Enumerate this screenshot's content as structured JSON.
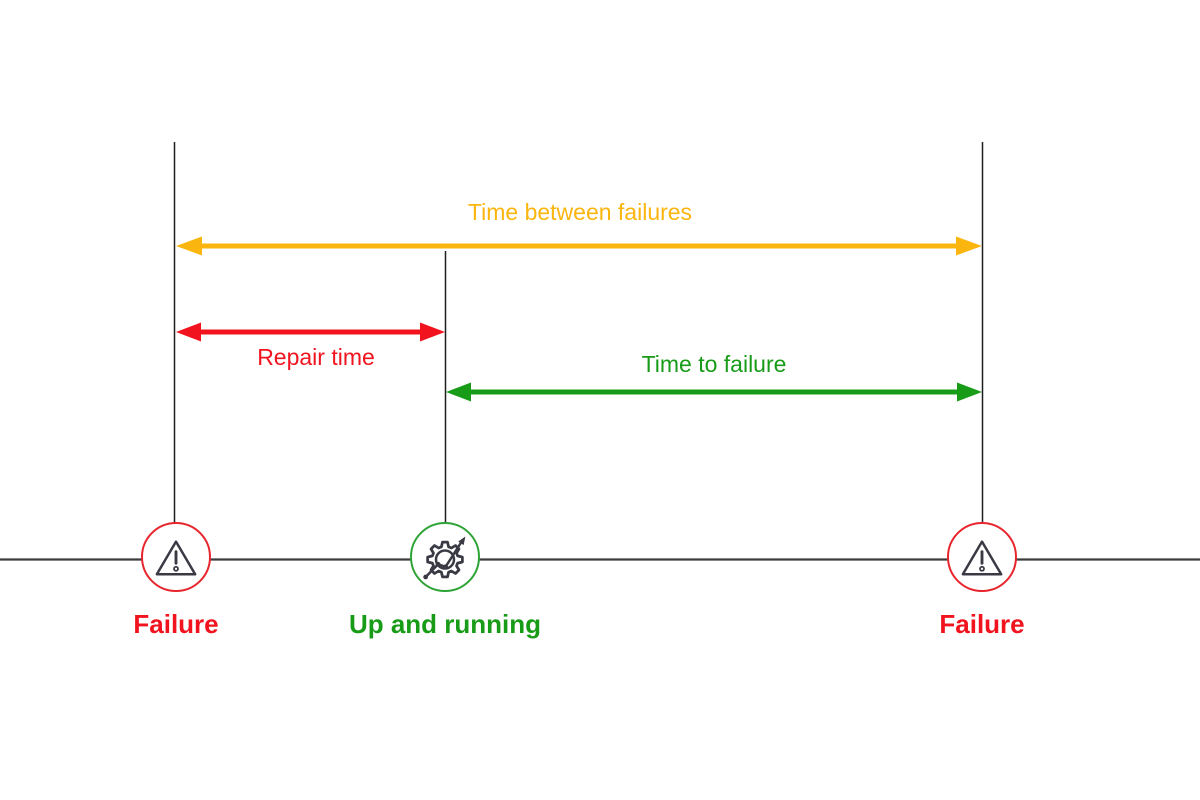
{
  "diagram": {
    "type": "reliability-timeline",
    "arrows": [
      {
        "id": "time-between-failures",
        "label": "Time between failures",
        "color": "#FBB50F",
        "from_event": "failure-1",
        "to_event": "failure-2"
      },
      {
        "id": "repair-time",
        "label": "Repair time",
        "color": "#F1141F",
        "from_event": "failure-1",
        "to_event": "up-and-running"
      },
      {
        "id": "time-to-failure",
        "label": "Time to failure",
        "color": "#189C18",
        "from_event": "up-and-running",
        "to_event": "failure-2"
      }
    ],
    "events": [
      {
        "id": "failure-1",
        "label": "Failure",
        "icon": "warning-icon",
        "label_color": "#F1141F",
        "ring_color": "#E8252D"
      },
      {
        "id": "up-and-running",
        "label": "Up and running",
        "icon": "gear-growth-icon",
        "label_color": "#189C18",
        "ring_color": "#2FA436"
      },
      {
        "id": "failure-2",
        "label": "Failure",
        "icon": "warning-icon",
        "label_color": "#F1141F",
        "ring_color": "#E8252D"
      }
    ]
  },
  "colors": {
    "amber": "#FBB50F",
    "red": "#F1141F",
    "green": "#189C18",
    "ring-red": "#E8252D",
    "ring-green": "#2FA436",
    "ink": "#1E1E1E",
    "icon-ink": "#3A3A44",
    "timeline": "#3D3D3D"
  }
}
